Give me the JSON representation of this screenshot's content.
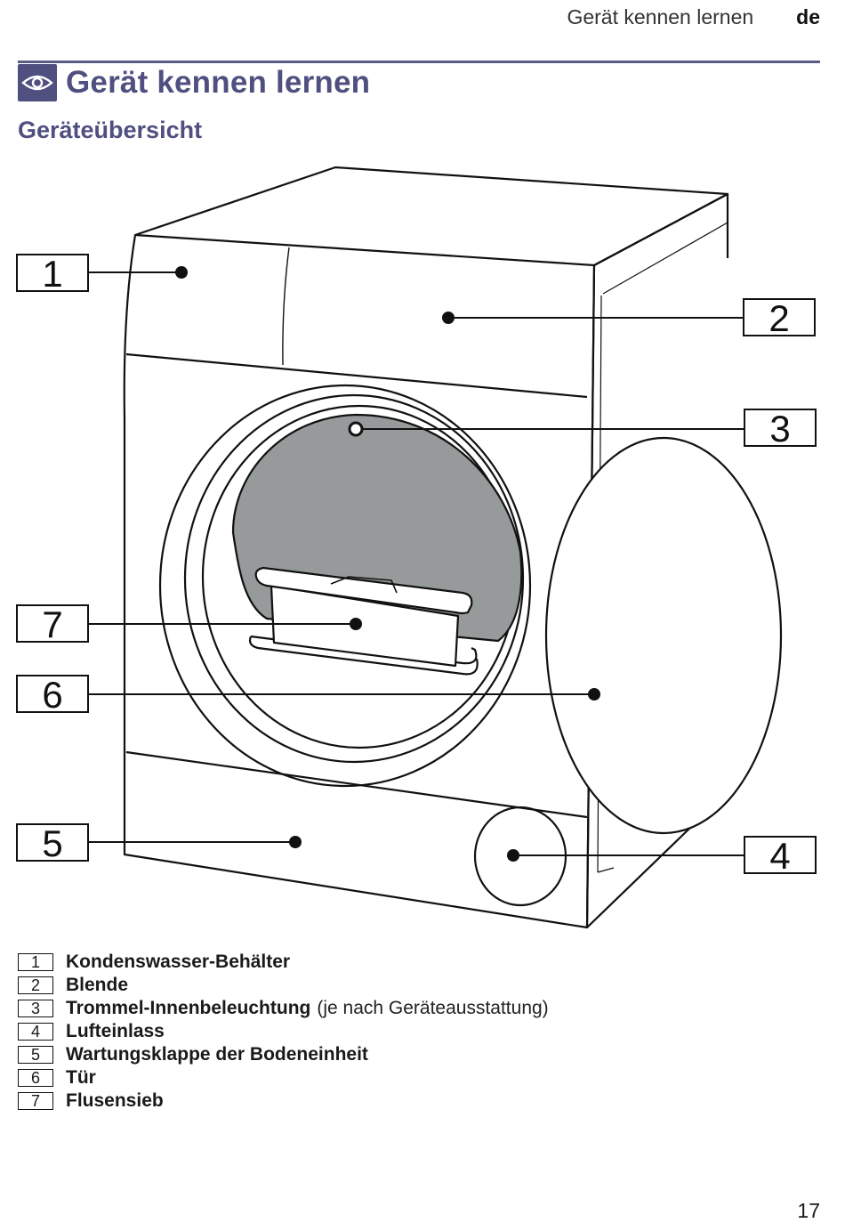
{
  "header": {
    "section": "Gerät kennen lernen",
    "language": "de"
  },
  "page_title": "Gerät kennen lernen",
  "page_icon": "eye-icon",
  "subtitle": "Geräteübersicht",
  "figure": {
    "callouts": [
      "1",
      "2",
      "3",
      "7",
      "6",
      "5",
      "4"
    ]
  },
  "legend": [
    {
      "num": "1",
      "label": "Kondenswasser-Behälter",
      "note": ""
    },
    {
      "num": "2",
      "label": "Blende",
      "note": ""
    },
    {
      "num": "3",
      "label": "Trommel-Innenbeleuchtung",
      "note": "(je nach Geräteausstattung)"
    },
    {
      "num": "4",
      "label": "Lufteinlass",
      "note": ""
    },
    {
      "num": "5",
      "label": "Wartungsklappe der Bodeneinheit",
      "note": ""
    },
    {
      "num": "6",
      "label": "Tür",
      "note": ""
    },
    {
      "num": "7",
      "label": "Flusensieb",
      "note": ""
    }
  ],
  "page_number": "17",
  "colors": {
    "accent": "#4f4f80",
    "drum": "#969a9a"
  }
}
